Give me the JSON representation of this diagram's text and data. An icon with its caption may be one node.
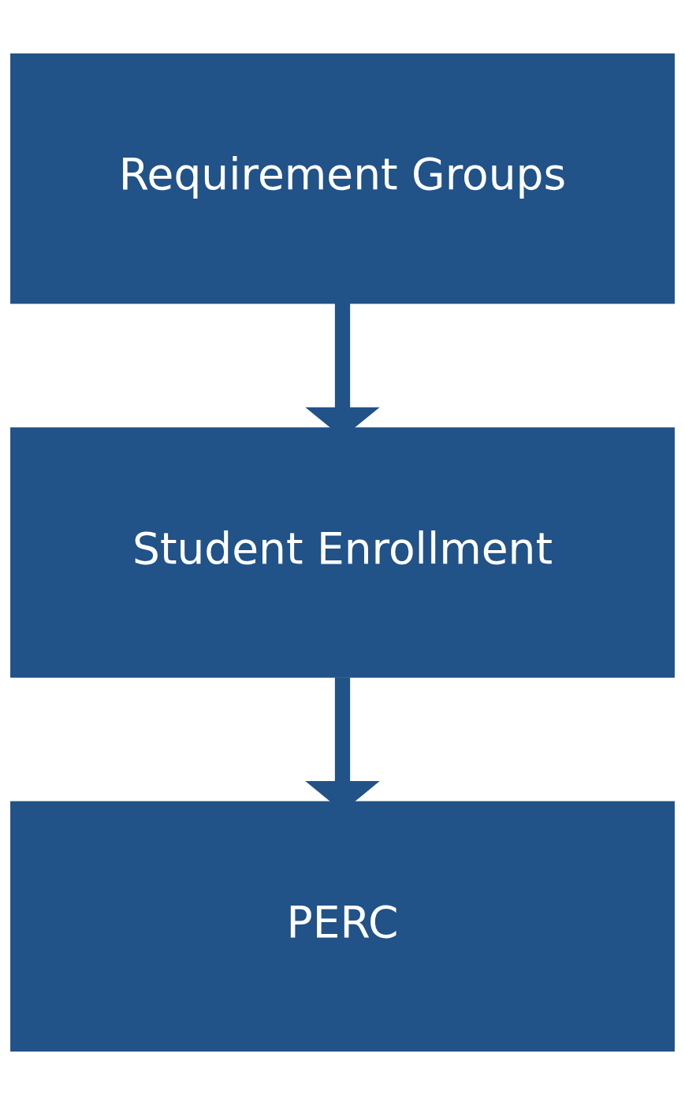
{
  "diagram": {
    "nodes": [
      {
        "text": [
          "Requirement Groups"
        ]
      },
      {
        "text": [
          "Student Enrollment"
        ]
      },
      {
        "text": [
          "PERC"
        ]
      }
    ],
    "edges": [
      {
        "from": 0,
        "to": 1,
        "arrow": "to"
      },
      {
        "from": 1,
        "to": 2,
        "arrow": "to"
      }
    ]
  }
}
